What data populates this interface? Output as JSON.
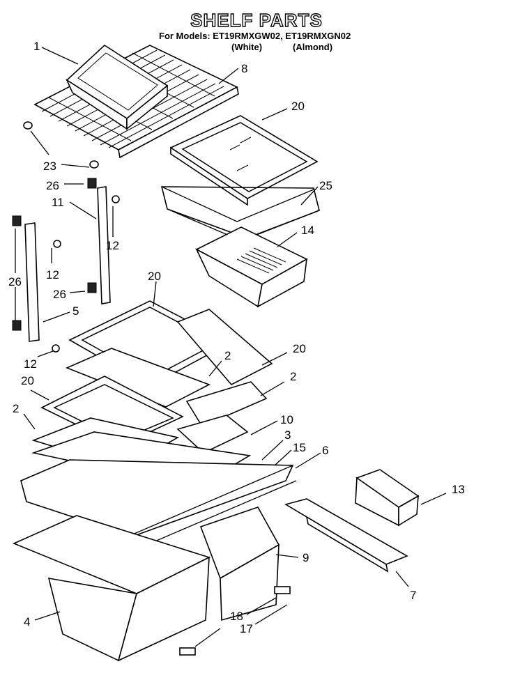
{
  "title": "SHELF PARTS",
  "subtitle": {
    "models_line": "For Models: ET19RMXGW02, ET19RMXGN02",
    "white": "(White)",
    "almond": "(Almond)"
  },
  "callouts": {
    "p1": "1",
    "p8": "8",
    "p20a": "20",
    "p23": "23",
    "p26a": "26",
    "p11": "11",
    "p25": "25",
    "p12a": "12",
    "p14": "14",
    "p12b": "12",
    "p26b": "26",
    "p26c": "26",
    "p20b": "20",
    "p5": "5",
    "p20c": "20",
    "p12c": "12",
    "p2a": "2",
    "p20d": "20",
    "p2b": "2",
    "p2c": "2",
    "p10": "10",
    "p3": "3",
    "p15": "15",
    "p6": "6",
    "p13": "13",
    "p9": "9",
    "p7": "7",
    "p4": "4",
    "p18": "18",
    "p17": "17"
  }
}
